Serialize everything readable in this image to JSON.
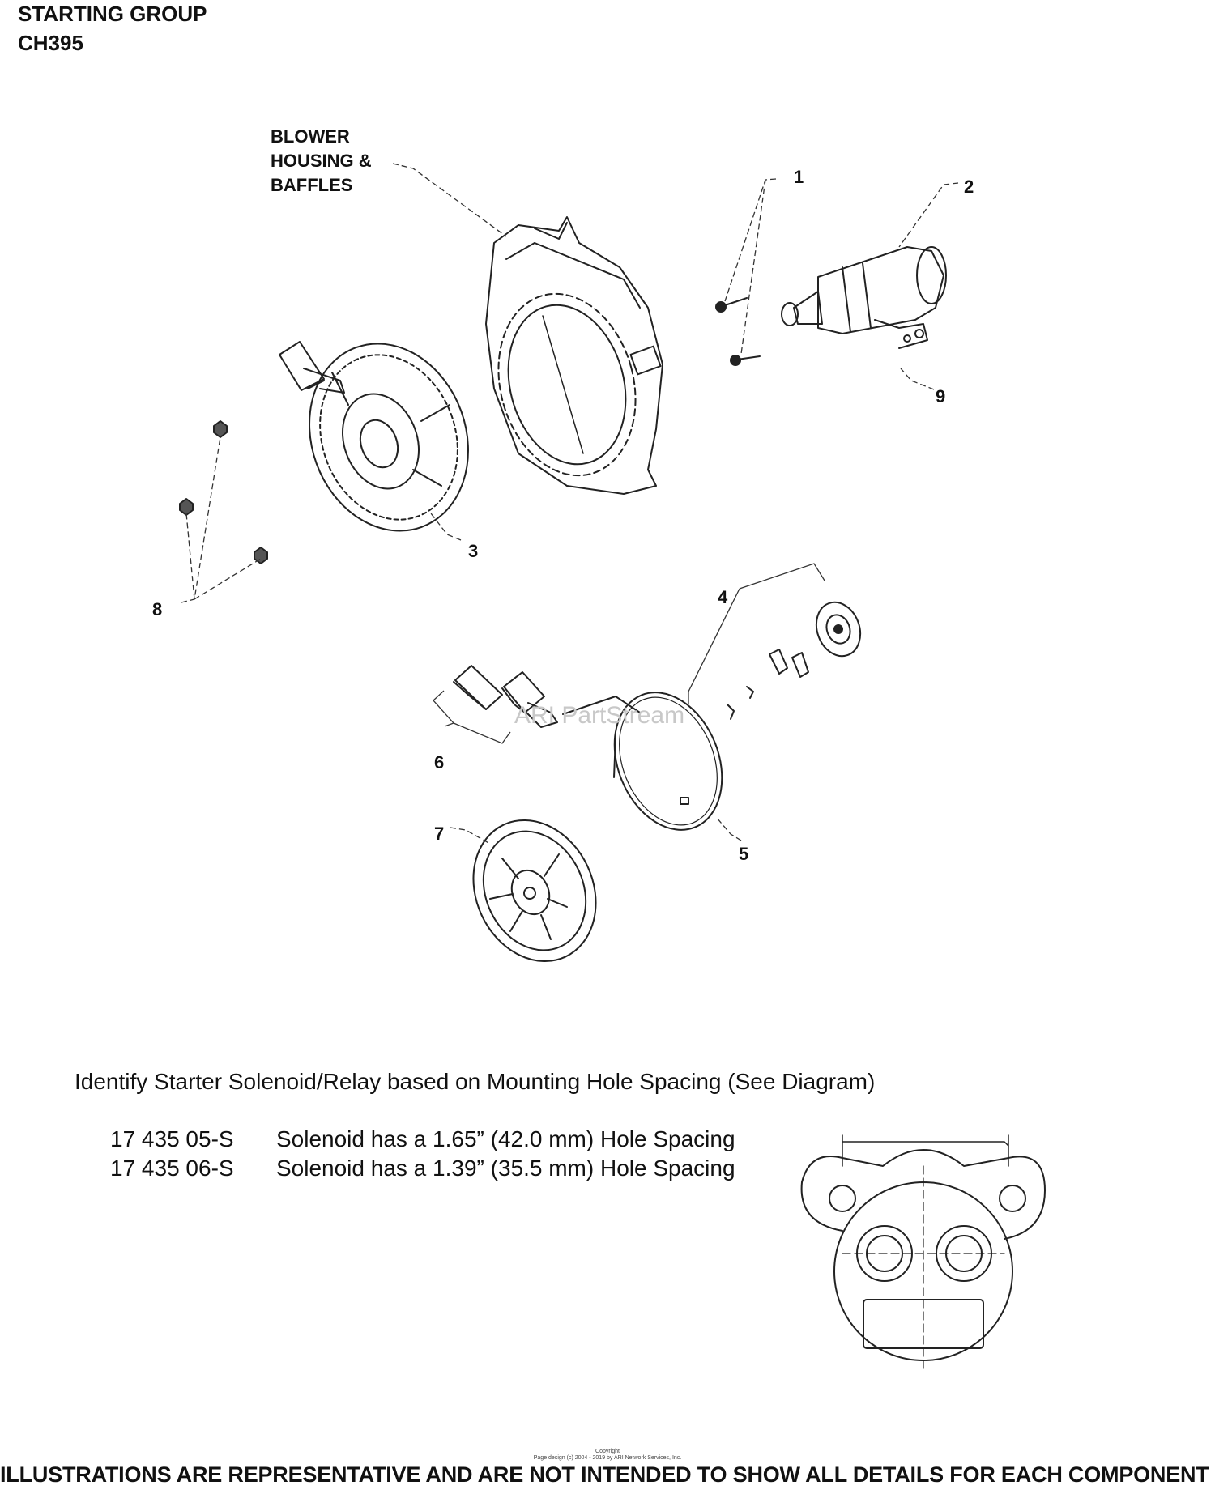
{
  "header": {
    "title_line1": "STARTING GROUP",
    "title_line2": "CH395"
  },
  "diagram": {
    "blower_label": [
      "BLOWER",
      "HOUSING &",
      "BAFFLES"
    ],
    "callouts": [
      "1",
      "2",
      "3",
      "4",
      "5",
      "6",
      "7",
      "8",
      "9"
    ],
    "watermark": "ARI PartStream"
  },
  "solenoid_note": {
    "heading": "Identify Starter Solenoid/Relay based on Mounting Hole Spacing (See Diagram)",
    "rows": [
      {
        "part_number": "17 435 05-S",
        "description": "Solenoid has a 1.65” (42.0 mm) Hole Spacing"
      },
      {
        "part_number": "17 435 06-S",
        "description": "Solenoid has a 1.39” (35.5 mm) Hole Spacing"
      }
    ]
  },
  "copyright": {
    "line1": "Copyright",
    "line2": "Page design (c) 2004 - 2019 by ARI Network Services, Inc."
  },
  "footer": {
    "disclaimer": "ILLUSTRATIONS ARE REPRESENTATIVE AND ARE NOT INTENDED TO SHOW ALL DETAILS FOR EACH COMPONENT"
  }
}
